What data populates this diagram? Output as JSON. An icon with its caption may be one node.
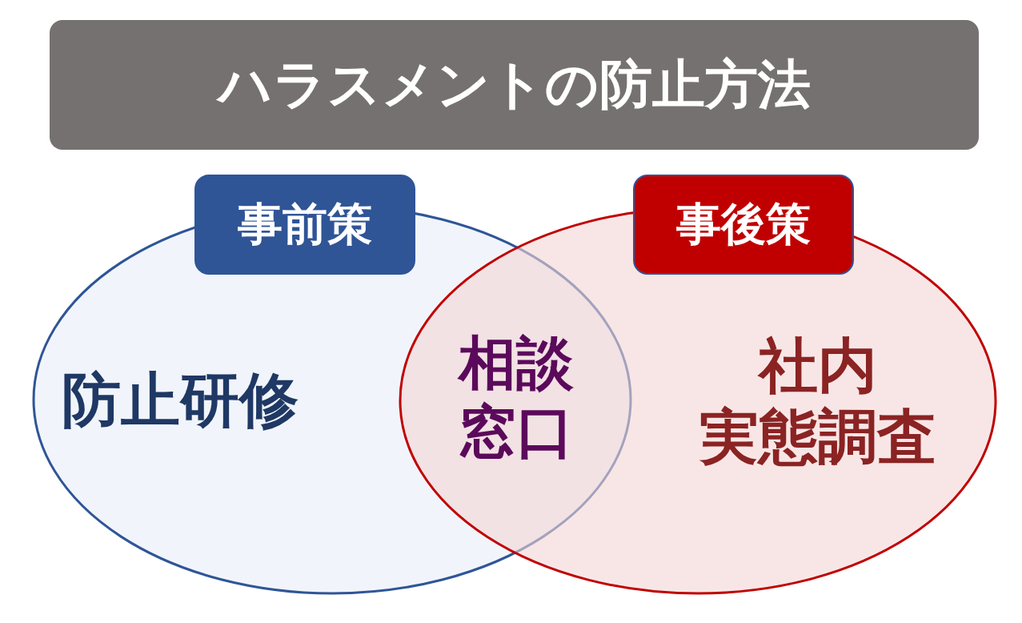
{
  "diagram": {
    "title": "ハラスメントの防止方法",
    "nodes": [
      {
        "text": [
          "防止研修"
        ]
      },
      {
        "text": [
          "事前策"
        ]
      },
      {
        "text": [
          "社内",
          "実態調査"
        ]
      },
      {
        "text": [
          "事後策"
        ]
      }
    ],
    "labels": [
      "相談窓口"
    ]
  }
}
